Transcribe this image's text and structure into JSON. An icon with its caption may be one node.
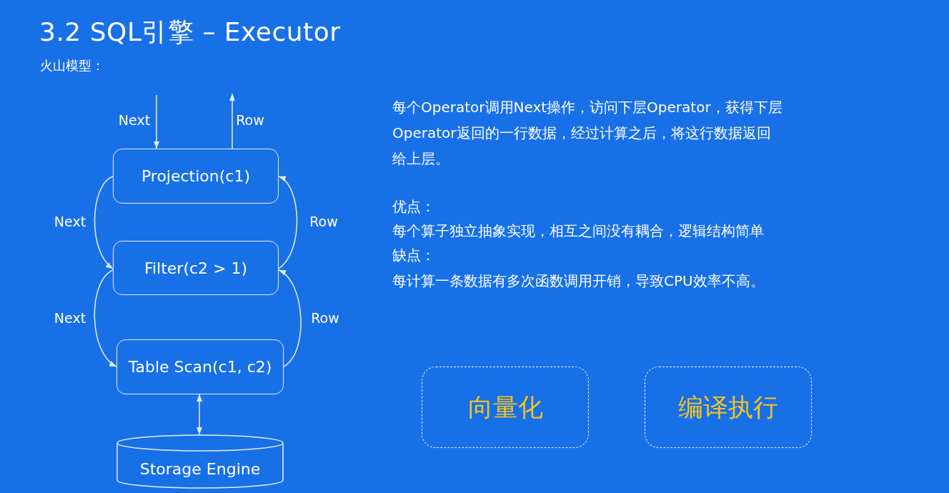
{
  "diagram": {
    "title": "3.2 SQL引擎 – Executor",
    "nodes": [
      {
        "text": [
          "Projection(c1)"
        ]
      },
      {
        "text": [
          "Filter(c2 > 1)"
        ]
      },
      {
        "text": [
          "Table Scan(c1, c2)"
        ]
      },
      {
        "text": [
          "Storage Engine"
        ]
      },
      {
        "text": [
          "向量化"
        ]
      },
      {
        "text": [
          "编译执行"
        ]
      }
    ],
    "edges": [
      {
        "from": null,
        "to": 0,
        "arrow": "to",
        "label": "Next"
      },
      {
        "from": 0,
        "to": null,
        "arrow": "to",
        "label": "Row"
      },
      {
        "from": 0,
        "to": 1,
        "arrow": "to",
        "label": "Next"
      },
      {
        "from": 1,
        "to": 0,
        "arrow": "to",
        "label": "Row"
      },
      {
        "from": 1,
        "to": 2,
        "arrow": "to",
        "label": "Next"
      },
      {
        "from": 2,
        "to": 1,
        "arrow": "to",
        "label": "Row"
      },
      {
        "from": 2,
        "to": 3,
        "arrow": "both"
      }
    ],
    "labels": [
      "火山模型：",
      "每个Operator调用Next操作，访问下层Operator，获得下层Operator返回的一行数据，经过计算之后，将这行数据返回给上层。",
      "优点：",
      "每个算子独立抽象实现，相互之间没有耦合，逻辑结构简单",
      "缺点：",
      "每计算一条数据有多次函数调用开销，导致CPU效率不高。"
    ]
  }
}
